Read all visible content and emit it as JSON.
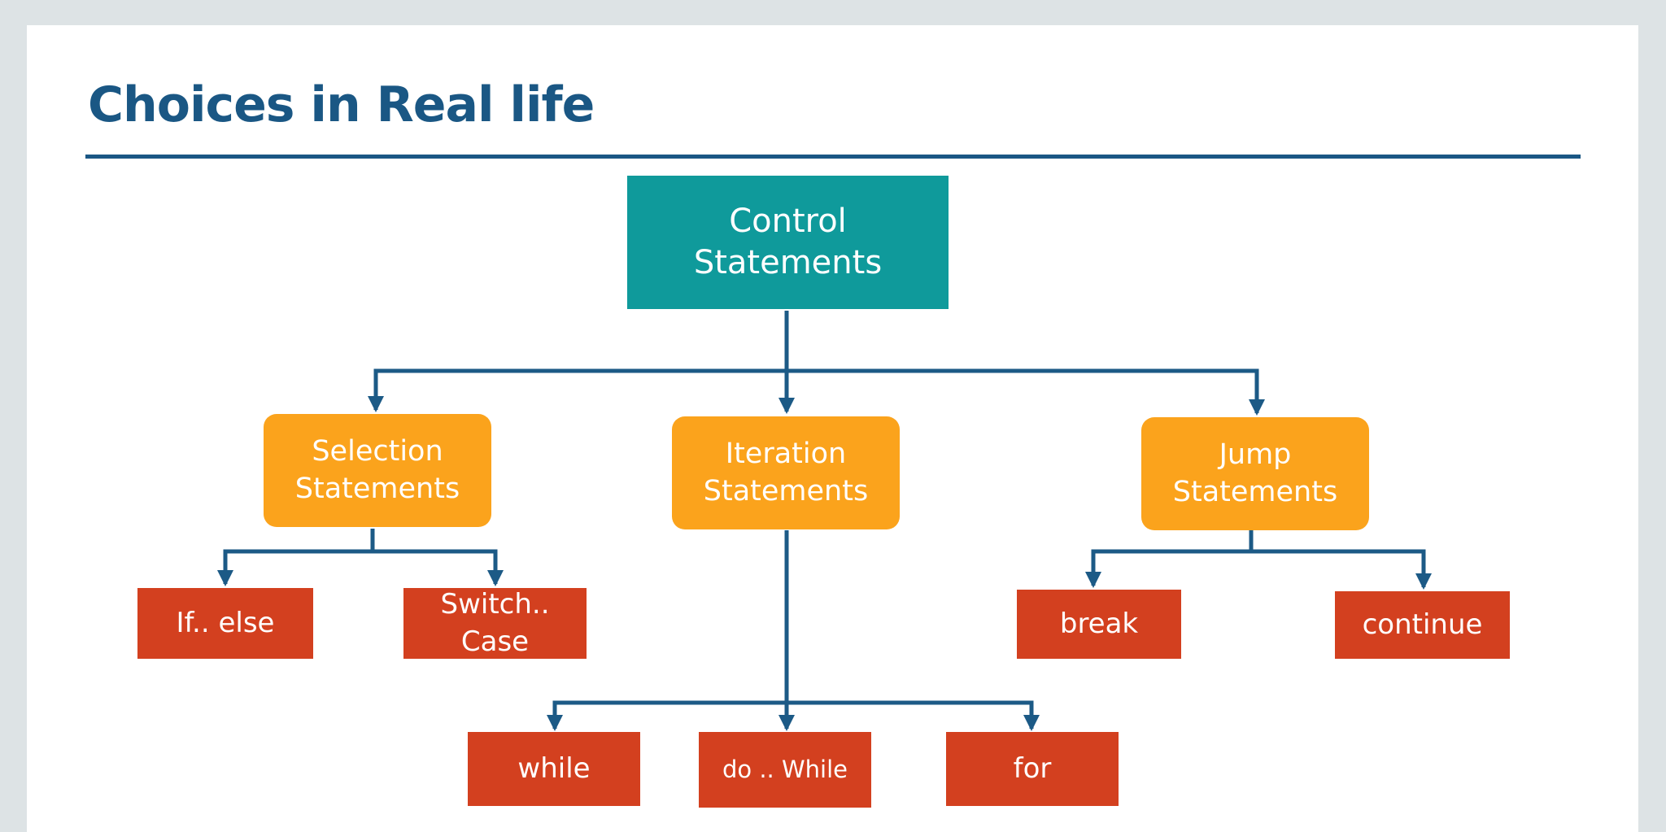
{
  "slide": {
    "title": "Choices in Real life"
  },
  "colors": {
    "title": "#1a5784",
    "connector": "#1c5a86",
    "root": "#0f9a9b",
    "category": "#fba31c",
    "leaf": "#d3401f"
  },
  "diagram": {
    "root": "Control\nStatements",
    "selection": {
      "label": "Selection\nStatements",
      "children": [
        "If.. else",
        "Switch..\nCase"
      ]
    },
    "iteration": {
      "label": "Iteration\nStatements",
      "children": [
        "while",
        "do .. While",
        "for"
      ]
    },
    "jump": {
      "label": "Jump\nStatements",
      "children": [
        "break",
        "continue"
      ]
    }
  }
}
